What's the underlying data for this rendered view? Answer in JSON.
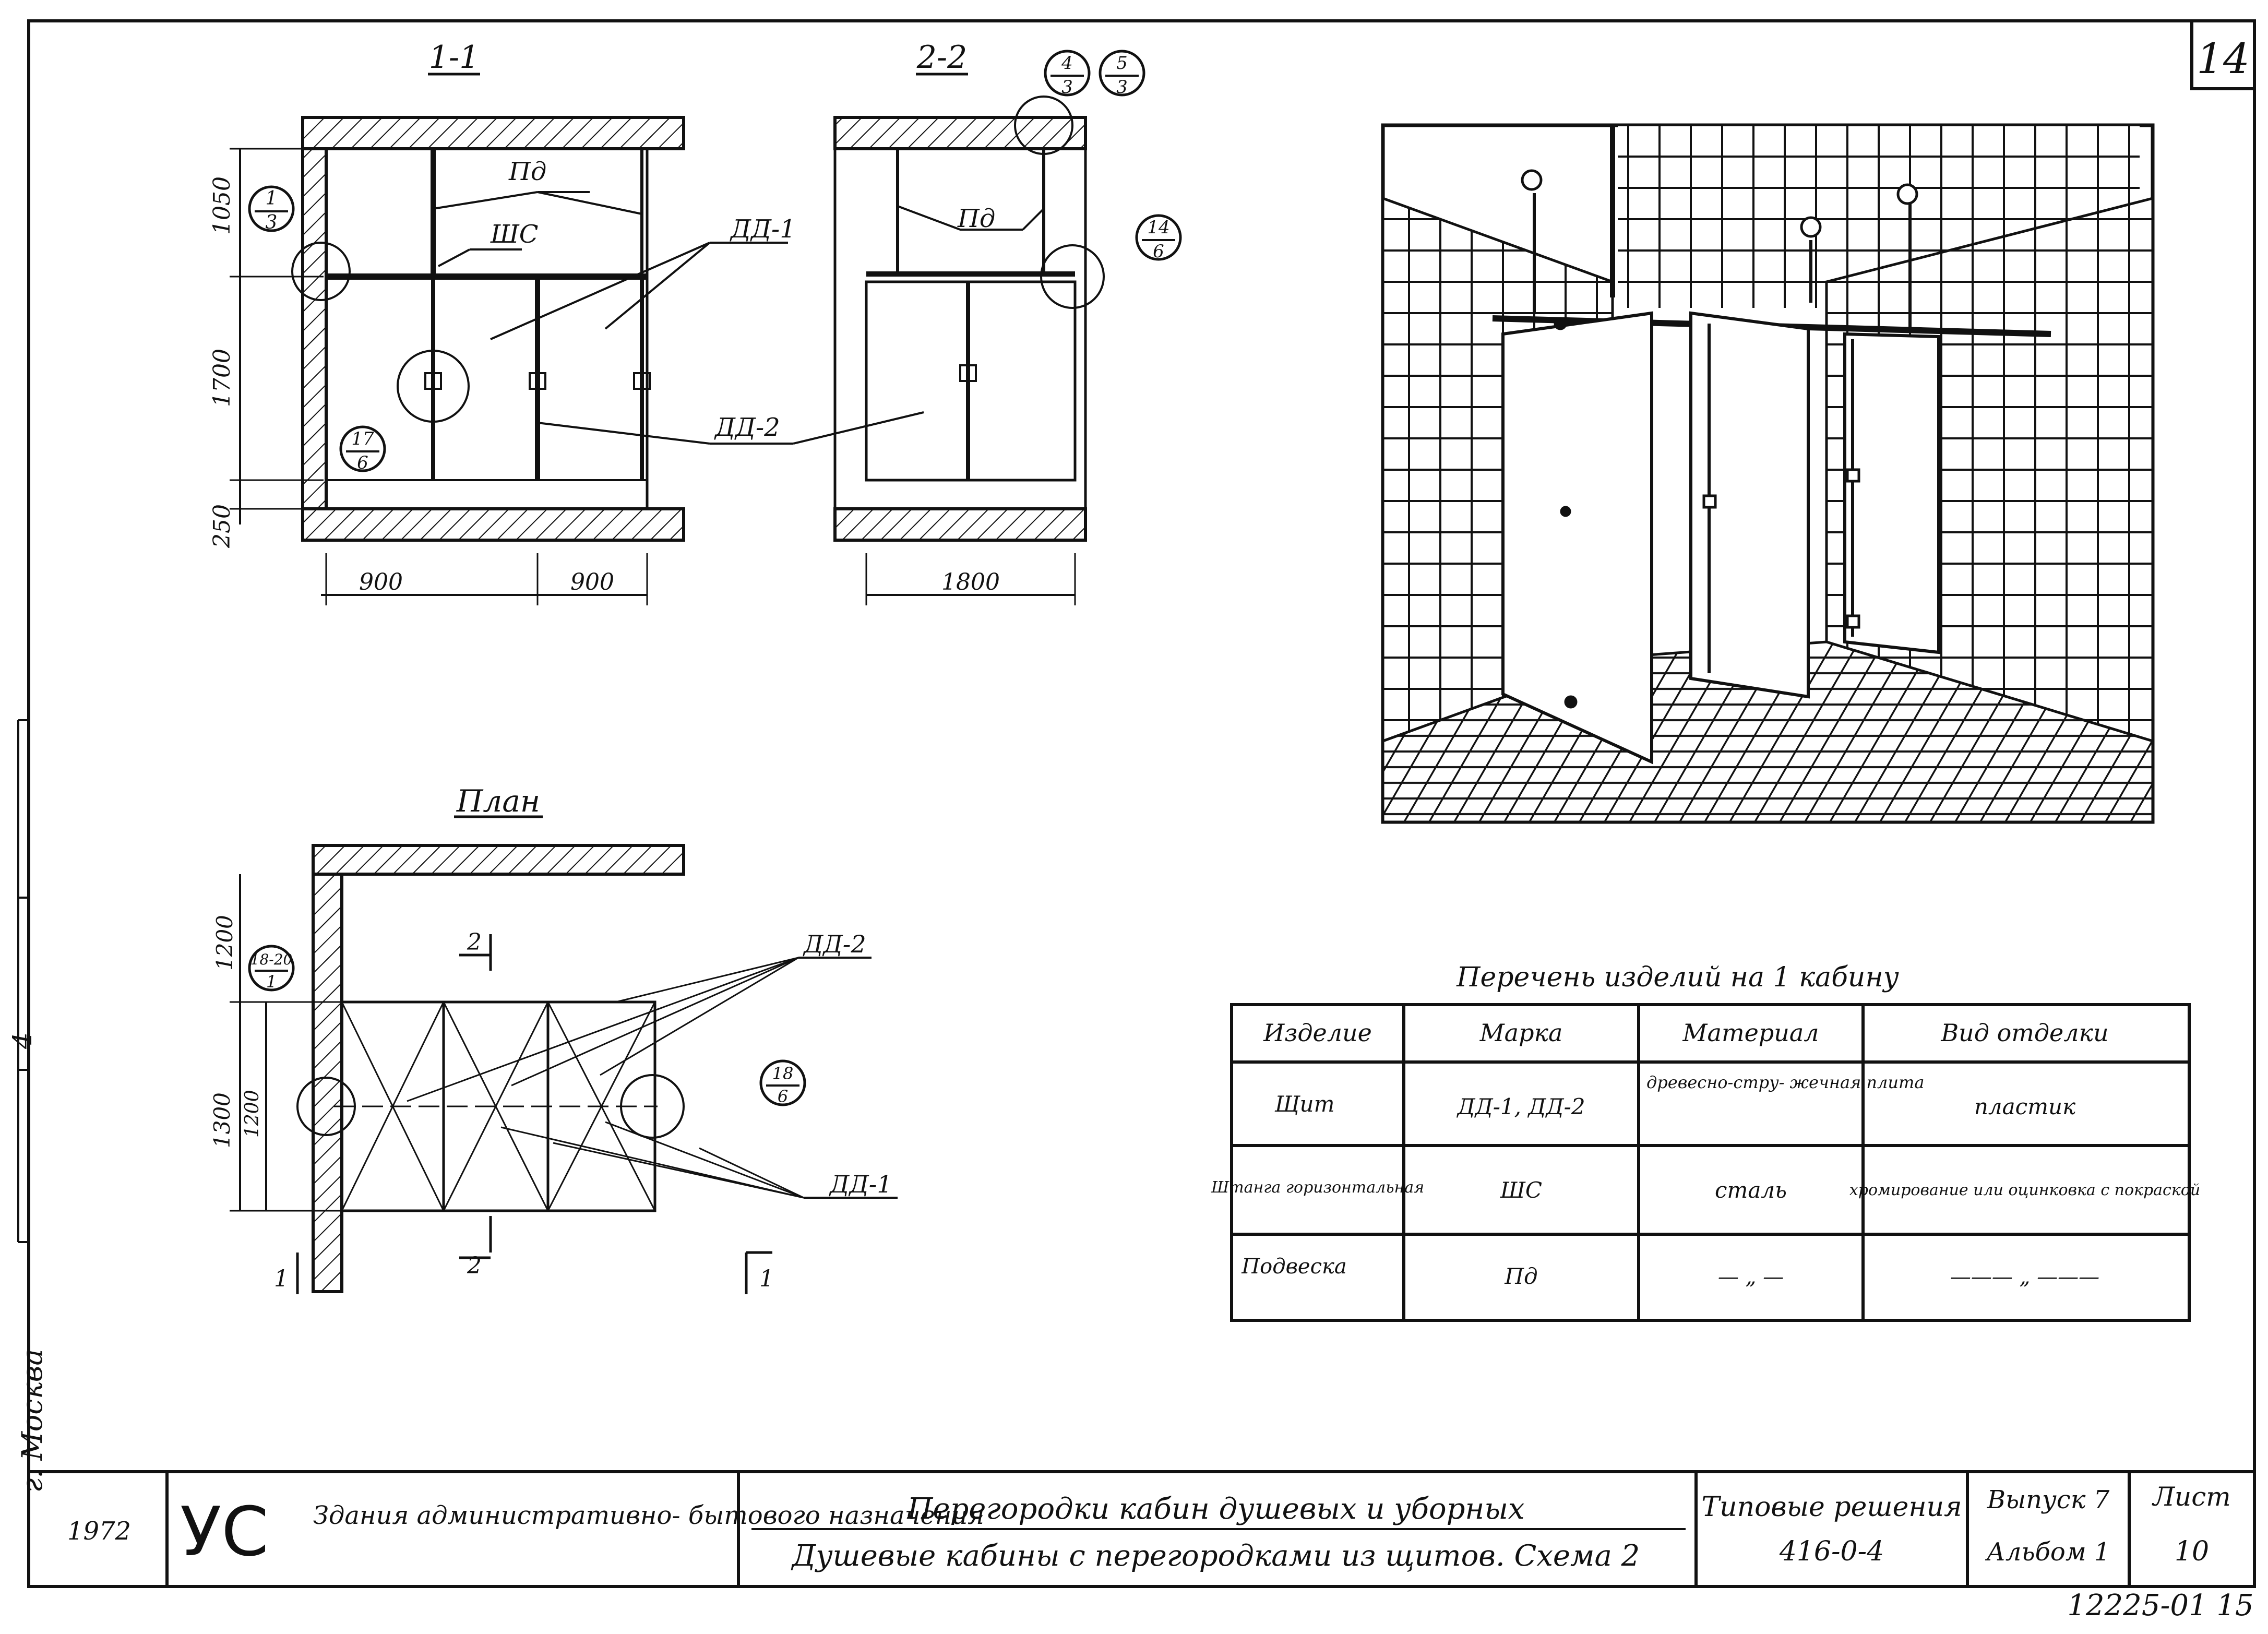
{
  "sheet_number": "14",
  "views": {
    "section_1": {
      "title": "1-1",
      "dims_vertical": [
        "1050",
        "1700",
        "250"
      ],
      "dims_horizontal": [
        "900",
        "900"
      ],
      "labels": {
        "hanger": "Пд",
        "rod": "ШС",
        "panel_1": "ДД-1",
        "panel_2": "ДД-2"
      },
      "callouts": [
        {
          "top": "1",
          "bottom": "3"
        },
        {
          "top": "17",
          "bottom": "6"
        }
      ]
    },
    "section_2": {
      "title": "2-2",
      "dims_horizontal": [
        "1800"
      ],
      "labels": {
        "hanger": "Пд"
      },
      "callouts": [
        {
          "top": "4",
          "bottom": "3"
        },
        {
          "top": "5",
          "bottom": "3"
        },
        {
          "top": "14",
          "bottom": "6"
        }
      ]
    },
    "plan": {
      "title": "План",
      "dims_vertical": [
        "1200",
        "1300",
        "1200"
      ],
      "labels": {
        "panel_2": "ДД-2",
        "panel_1": "ДД-1"
      },
      "section_marks": [
        "2",
        "2",
        "1",
        "1"
      ],
      "callouts": [
        {
          "top": "18-20",
          "bottom": "1"
        },
        {
          "top": "18",
          "bottom": "6"
        }
      ]
    }
  },
  "table": {
    "title": "Перечень изделий на 1 кабину",
    "headers": [
      "Изделие",
      "Марка",
      "Материал",
      "Вид отделки"
    ],
    "rows": [
      {
        "item": "Щит",
        "mark": "ДД-1, ДД-2",
        "material": "древесно-стру- жечная плита",
        "finish": "пластик"
      },
      {
        "item": "Штанга горизонтальная",
        "mark": "ШС",
        "material": "сталь",
        "finish": "хромирование или оцинковка с покраской"
      },
      {
        "item": "Подвеска",
        "mark": "Пд",
        "material": "— „ —",
        "finish": "——— „ ———"
      }
    ]
  },
  "title_block": {
    "year": "1972",
    "org": "УС",
    "building_type": "Здания административно- бытового назначения",
    "title_line1": "Перегородки кабин душевых и уборных",
    "title_line2": "Душевые кабины с перегородками из щитов. Схема 2",
    "series_label": "Типовые решения",
    "series_code": "416-0-4",
    "issue": "Выпуск 7",
    "album": "Альбом 1",
    "sheet_label": "Лист",
    "sheet": "10"
  },
  "side_stamp": {
    "city": "г. Москва",
    "mark": "4"
  },
  "footer_code": "12225-01  15"
}
